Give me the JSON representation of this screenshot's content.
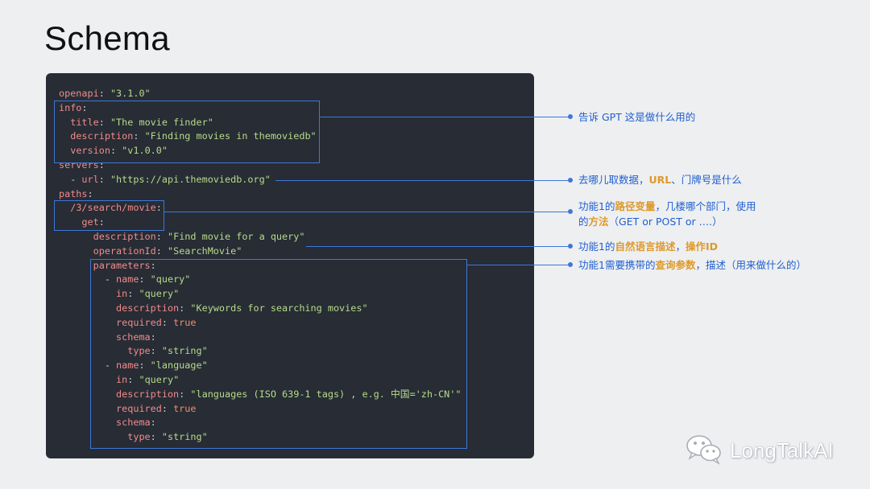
{
  "slide": {
    "title": "Schema"
  },
  "code_lines": [
    [
      {
        "t": "openapi",
        "c": "k"
      },
      {
        "t": ": ",
        "c": "p"
      },
      {
        "t": "\"3.1.0\"",
        "c": "s"
      }
    ],
    [
      {
        "t": "info",
        "c": "k"
      },
      {
        "t": ":",
        "c": "p"
      }
    ],
    [
      {
        "t": "  "
      },
      {
        "t": "title",
        "c": "k"
      },
      {
        "t": ": ",
        "c": "p"
      },
      {
        "t": "\"The movie finder\"",
        "c": "s"
      }
    ],
    [
      {
        "t": "  "
      },
      {
        "t": "description",
        "c": "k"
      },
      {
        "t": ": ",
        "c": "p"
      },
      {
        "t": "\"Finding movies in themoviedb\"",
        "c": "s"
      }
    ],
    [
      {
        "t": "  "
      },
      {
        "t": "version",
        "c": "k"
      },
      {
        "t": ": ",
        "c": "p"
      },
      {
        "t": "\"v1.0.0\"",
        "c": "s"
      }
    ],
    [
      {
        "t": "servers",
        "c": "k"
      },
      {
        "t": ":",
        "c": "p"
      }
    ],
    [
      {
        "t": "  - ",
        "c": "p"
      },
      {
        "t": "url",
        "c": "k"
      },
      {
        "t": ": ",
        "c": "p"
      },
      {
        "t": "\"https://api.themoviedb.org\"",
        "c": "s"
      }
    ],
    [
      {
        "t": "paths",
        "c": "k"
      },
      {
        "t": ":",
        "c": "p"
      }
    ],
    [
      {
        "t": "  "
      },
      {
        "t": "/3/search/movie",
        "c": "k"
      },
      {
        "t": ":",
        "c": "p"
      }
    ],
    [
      {
        "t": "    "
      },
      {
        "t": "get",
        "c": "k"
      },
      {
        "t": ":",
        "c": "p"
      }
    ],
    [
      {
        "t": "      "
      },
      {
        "t": "description",
        "c": "k"
      },
      {
        "t": ": ",
        "c": "p"
      },
      {
        "t": "\"Find movie for a query\"",
        "c": "s"
      }
    ],
    [
      {
        "t": "      "
      },
      {
        "t": "operationId",
        "c": "k"
      },
      {
        "t": ": ",
        "c": "p"
      },
      {
        "t": "\"SearchMovie\"",
        "c": "s"
      }
    ],
    [
      {
        "t": "      "
      },
      {
        "t": "parameters",
        "c": "k"
      },
      {
        "t": ":",
        "c": "p"
      }
    ],
    [
      {
        "t": "        - ",
        "c": "p"
      },
      {
        "t": "name",
        "c": "k"
      },
      {
        "t": ": ",
        "c": "p"
      },
      {
        "t": "\"query\"",
        "c": "s"
      }
    ],
    [
      {
        "t": "          "
      },
      {
        "t": "in",
        "c": "k"
      },
      {
        "t": ": ",
        "c": "p"
      },
      {
        "t": "\"query\"",
        "c": "s"
      }
    ],
    [
      {
        "t": "          "
      },
      {
        "t": "description",
        "c": "k"
      },
      {
        "t": ": ",
        "c": "p"
      },
      {
        "t": "\"Keywords for searching movies\"",
        "c": "s"
      }
    ],
    [
      {
        "t": "          "
      },
      {
        "t": "required",
        "c": "k"
      },
      {
        "t": ": ",
        "c": "p"
      },
      {
        "t": "true",
        "c": "b"
      }
    ],
    [
      {
        "t": "          "
      },
      {
        "t": "schema",
        "c": "k"
      },
      {
        "t": ":",
        "c": "p"
      }
    ],
    [
      {
        "t": "            "
      },
      {
        "t": "type",
        "c": "k"
      },
      {
        "t": ": ",
        "c": "p"
      },
      {
        "t": "\"string\"",
        "c": "s"
      }
    ],
    [
      {
        "t": "        - ",
        "c": "p"
      },
      {
        "t": "name",
        "c": "k"
      },
      {
        "t": ": ",
        "c": "p"
      },
      {
        "t": "\"language\"",
        "c": "s"
      }
    ],
    [
      {
        "t": "          "
      },
      {
        "t": "in",
        "c": "k"
      },
      {
        "t": ": ",
        "c": "p"
      },
      {
        "t": "\"query\"",
        "c": "s"
      }
    ],
    [
      {
        "t": "          "
      },
      {
        "t": "description",
        "c": "k"
      },
      {
        "t": ": ",
        "c": "p"
      },
      {
        "t": "\"languages (ISO 639-1 tags) , e.g. 中国='zh-CN'\"",
        "c": "s"
      }
    ],
    [
      {
        "t": "          "
      },
      {
        "t": "required",
        "c": "k"
      },
      {
        "t": ": ",
        "c": "p"
      },
      {
        "t": "true",
        "c": "b"
      }
    ],
    [
      {
        "t": "          "
      },
      {
        "t": "schema",
        "c": "k"
      },
      {
        "t": ":",
        "c": "p"
      }
    ],
    [
      {
        "t": "            "
      },
      {
        "t": "type",
        "c": "k"
      },
      {
        "t": ": ",
        "c": "p"
      },
      {
        "t": "\"string\"",
        "c": "s"
      }
    ]
  ],
  "annotations": [
    [
      {
        "t": "告诉 GPT 这是做什么用的"
      }
    ],
    [
      {
        "t": "去哪儿取数据，"
      },
      {
        "t": "URL",
        "hot": true
      },
      {
        "t": "、门牌号是什么"
      }
    ],
    [
      {
        "t": "功能1的"
      },
      {
        "t": "路径变量",
        "hot": true
      },
      {
        "t": "，几楼哪个部门，使用"
      }
    ],
    [
      {
        "t": "的"
      },
      {
        "t": "方法",
        "hot": true
      },
      {
        "t": "（GET or POST or ….）"
      }
    ],
    [
      {
        "t": "功能1的"
      },
      {
        "t": "自然语言描述",
        "hot": true
      },
      {
        "t": "，"
      },
      {
        "t": "操作ID",
        "hot": true
      }
    ],
    [
      {
        "t": "功能1需要携带的"
      },
      {
        "t": "查询参数",
        "hot": true
      },
      {
        "t": "，描述（用来做什么的）"
      }
    ]
  ],
  "watermark": {
    "text": "LongTalkAI",
    "icon": "wechat-icon"
  },
  "colors": {
    "panel_bg": "#272c35",
    "key": "#f28b8b",
    "string": "#b7db8a",
    "boolean": "#ef8f6a",
    "highlight": "#3d78d8",
    "annotation": "#1f5fd0",
    "annotation_emphasis": "#dd9a2b"
  }
}
